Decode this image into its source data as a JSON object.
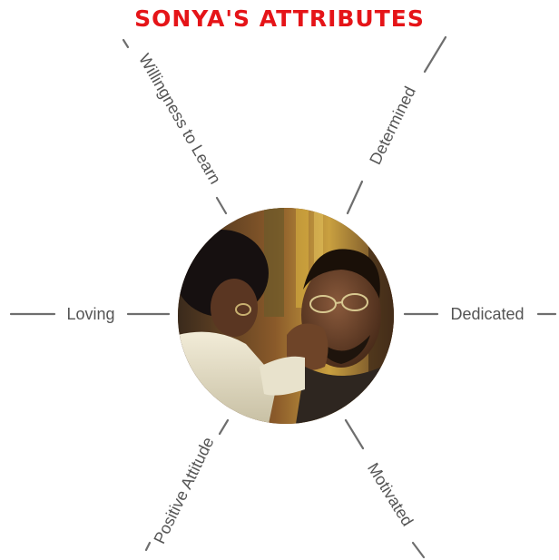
{
  "diagram": {
    "title": "SONYA'S ATTRIBUTES",
    "attributes": [
      {
        "id": "willingness",
        "label": "Willingness to Learn"
      },
      {
        "id": "determined",
        "label": "Determined"
      },
      {
        "id": "loving",
        "label": "Loving"
      },
      {
        "id": "dedicated",
        "label": "Dedicated"
      },
      {
        "id": "positive",
        "label": "Positive Attitude"
      },
      {
        "id": "motivated",
        "label": "Motivated"
      }
    ],
    "colors": {
      "title": "#e51418",
      "spoke": "#6e6e6e",
      "label": "#555555"
    }
  }
}
